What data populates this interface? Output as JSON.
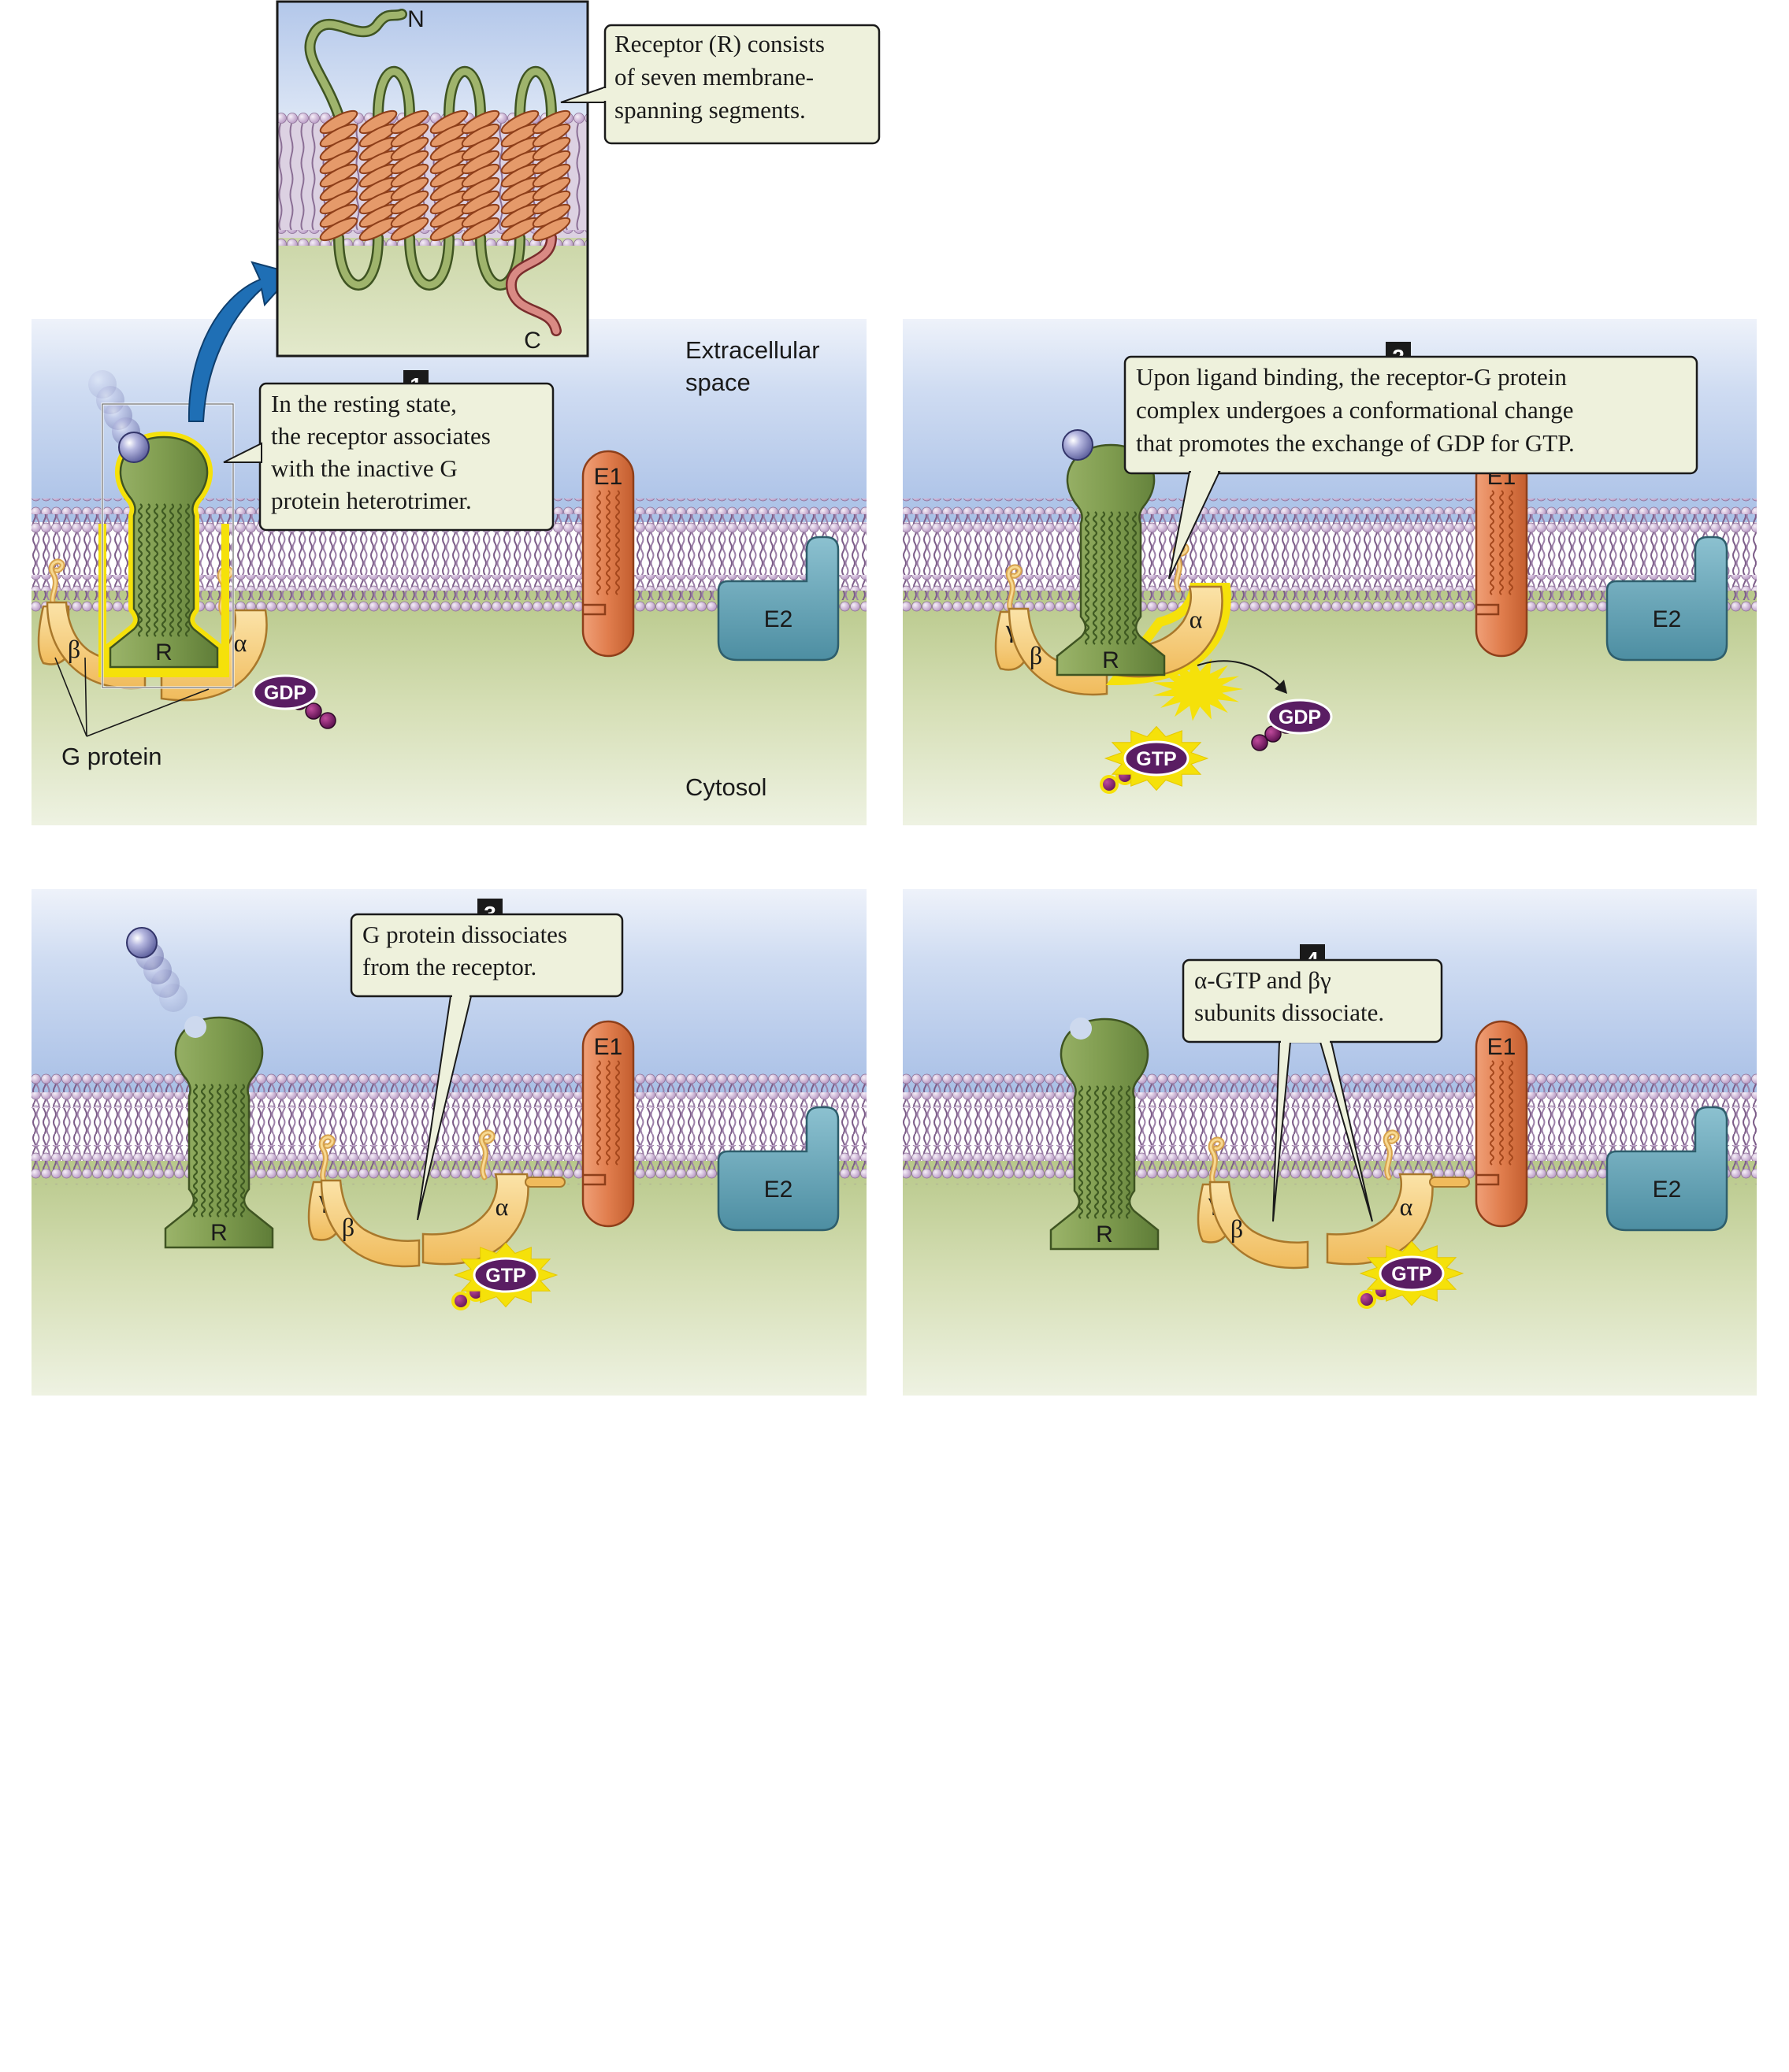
{
  "panels": [
    {
      "step": "1",
      "caption": [
        "In the resting state,",
        "the receptor associates",
        "with the inactive G",
        "protein heterotrimer."
      ],
      "labels": {
        "receptor": "R",
        "gamma": "γ",
        "beta": "β",
        "alpha": "α",
        "gdp": "GDP",
        "e1": "E1",
        "e2": "E2",
        "g_protein": "G protein",
        "extracellular": [
          "Extracellular",
          "space"
        ],
        "cytosol": "Cytosol"
      }
    },
    {
      "step": "2",
      "caption": [
        "Upon ligand binding, the receptor-G protein",
        "complex undergoes a conformational change",
        "that promotes the exchange of GDP for GTP."
      ],
      "labels": {
        "receptor": "R",
        "gamma": "γ",
        "beta": "β",
        "alpha": "α",
        "gdp": "GDP",
        "gtp": "GTP",
        "e1": "E1",
        "e2": "E2"
      }
    },
    {
      "step": "3",
      "caption": [
        "G protein dissociates",
        "from the receptor."
      ],
      "labels": {
        "receptor": "R",
        "gamma": "γ",
        "beta": "β",
        "alpha": "α",
        "gtp": "GTP",
        "e1": "E1",
        "e2": "E2"
      }
    },
    {
      "step": "4",
      "caption": [
        "α-GTP and βγ",
        "subunits dissociate."
      ],
      "labels": {
        "receptor": "R",
        "gamma": "γ",
        "beta": "β",
        "alpha": "α",
        "gtp": "GTP",
        "e1": "E1",
        "e2": "E2"
      }
    }
  ],
  "inset": {
    "caption": [
      "Receptor (R) consists",
      "of seven membrane-",
      "spanning segments."
    ],
    "n_terminus": "N",
    "c_terminus": "C"
  },
  "colors": {
    "extracellular": "#a9c0e6",
    "cytosol": "#c4d09c",
    "lipid_head": "#c8b3d1",
    "lipid_tail": "#8b6f95",
    "receptor": "#7d9a4e",
    "g_protein": "#f4c978",
    "e1": "#e07d4d",
    "e2": "#5f9eb0",
    "gdp_gtp": "#5a1d63",
    "highlight": "#f5e10a",
    "arrow": "#1f6fb5"
  }
}
